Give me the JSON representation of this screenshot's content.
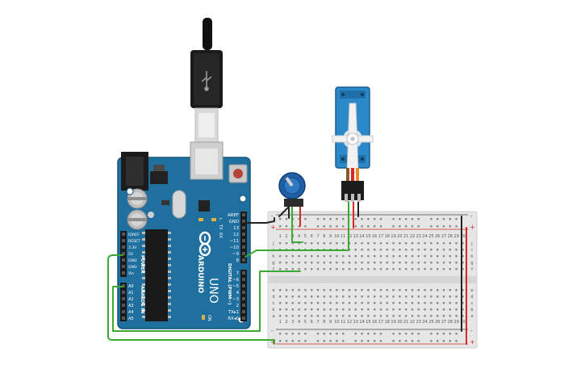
{
  "arduino": {
    "brand": "ARDUINO",
    "model": "UNO",
    "on_label": "ON",
    "led_l": "L",
    "led_tx": "TX",
    "led_rx": "RX",
    "power_section": "POWER",
    "analog_section": "ANALOG IN",
    "digital_section": "DIGITAL (PWM~)",
    "power_pins": [
      "IOREF",
      "RESET",
      "3.3V",
      "5V",
      "GND",
      "GND",
      "Vin"
    ],
    "analog_pins": [
      "A0",
      "A1",
      "A2",
      "A3",
      "A4",
      "A5"
    ],
    "digital_pins_top": [
      "AREF",
      "GND",
      "13",
      "12",
      "~11",
      "~10",
      "~9",
      "8"
    ],
    "digital_pins_bottom": [
      "7",
      "~6",
      "~5",
      "4",
      "~3",
      "2",
      "TX▸1",
      "RX◂0"
    ]
  },
  "breadboard": {
    "columns": [
      "1",
      "2",
      "3",
      "4",
      "5",
      "6",
      "7",
      "8",
      "9",
      "10",
      "11",
      "12",
      "13",
      "14",
      "15",
      "16",
      "17",
      "18",
      "19",
      "20",
      "21",
      "22",
      "23",
      "24",
      "25",
      "26",
      "27",
      "28",
      "29",
      "30"
    ],
    "rows_top": [
      "j",
      "i",
      "h",
      "g",
      "f"
    ],
    "rows_bottom": [
      "e",
      "d",
      "c",
      "b",
      "a"
    ],
    "rail_plus": "+",
    "rail_minus": "-"
  },
  "colors": {
    "arduino_board": "#1f6f9f",
    "breadboard": "#e6e6e6",
    "wire_green": "#3aaa35",
    "wire_black": "#222222",
    "wire_red": "#d62828",
    "servo_body": "#2b88c9",
    "pot_body": "#1f5fa8"
  }
}
